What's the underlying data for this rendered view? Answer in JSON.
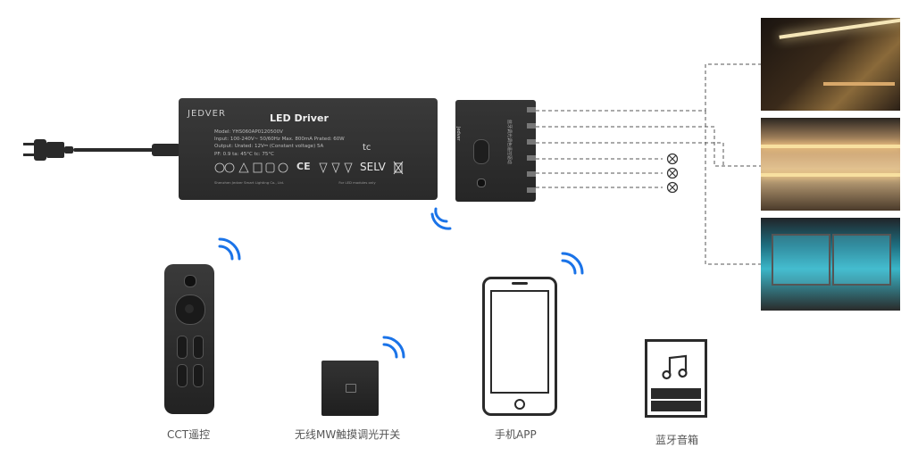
{
  "driver": {
    "brand": "JEDVER",
    "title": "LED Driver",
    "spec": "Model: YHS060AP0120500V\nInput: 100-240V~ 50/60Hz Max. 800mA Prated: 60W\nOutput: Urated: 12V⎓ (Constant voltage) 5A\nPF: 0.9 ta: 45°C tc: 75°C",
    "selv": "SELV",
    "tc_mark": "tc",
    "ce_mark": "CE",
    "fine_print_left": "Shenzhen Jedver Smart Lighting Co., Ltd.",
    "fine_print_right": "For LED modules only"
  },
  "receiver": {
    "brand": "Jedver",
    "label_cn": "蓝牙调光调色遥控驱动"
  },
  "devices": {
    "remote": {
      "label": "CCT遥控"
    },
    "switch": {
      "label": "无线MW触摸调光开关"
    },
    "phone": {
      "label": "手机APP"
    },
    "speaker": {
      "label": "蓝牙音箱"
    }
  },
  "colors": {
    "device_body": "#2c2c2c",
    "wifi": "#1a73e8",
    "line": "#555555",
    "caption": "#555555"
  },
  "icons": [
    "plug-icon",
    "wifi-icon",
    "lamp-x-icon",
    "music-note-icon",
    "home-button-icon"
  ]
}
